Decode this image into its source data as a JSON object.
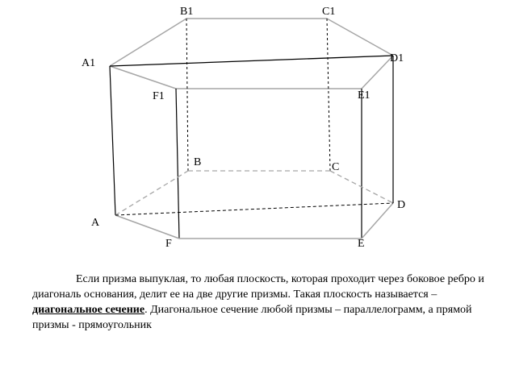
{
  "diagram": {
    "vertices": {
      "A1": "A1",
      "B1": "B1",
      "C1": "C1",
      "D1": "D1",
      "E1": "E1",
      "F1": "F1",
      "A": "A",
      "B": "B",
      "C": "C",
      "D": "D",
      "E": "E",
      "F": "F"
    }
  },
  "text": {
    "sentence1": "Если призма выпуклая, то любая плоскость, которая проходит через боковое ребро и диагональ основания,  делит ее на две другие призмы. Такая плоскость называется – ",
    "term": "диагональное сечение",
    "sentence2": ". Диагональное сечение любой призмы – параллелограмм, а прямой призмы - прямоугольник"
  },
  "colors": {
    "solid_edge": "#000000",
    "light_edge": "#a6a6a6",
    "hidden_edge": "#a6a6a6"
  }
}
